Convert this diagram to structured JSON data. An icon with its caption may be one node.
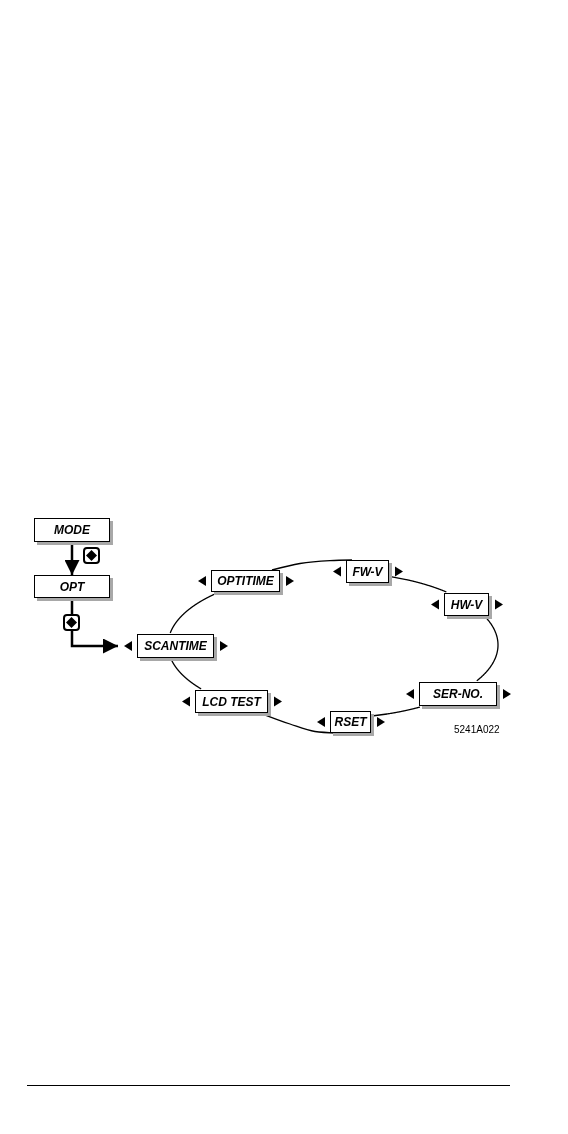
{
  "diagram": {
    "nodes": [
      {
        "text": [
          "MODE"
        ]
      },
      {
        "text": [
          "OPT"
        ]
      },
      {
        "text": [
          "SCANTIME"
        ]
      },
      {
        "text": [
          "OPTITIME"
        ]
      },
      {
        "text": [
          "FW-V"
        ]
      },
      {
        "text": [
          "HW-V"
        ]
      },
      {
        "text": [
          "SER-NO."
        ]
      },
      {
        "text": [
          "RSET"
        ]
      },
      {
        "text": [
          "LCD TEST"
        ]
      }
    ],
    "edges": [
      {
        "from": 0,
        "to": 1,
        "arrow": "to"
      },
      {
        "from": 1,
        "to": 2,
        "arrow": "to"
      },
      {
        "from": 2,
        "to": 3,
        "arrow": "none"
      },
      {
        "from": 3,
        "to": 4,
        "arrow": "none"
      },
      {
        "from": 4,
        "to": 5,
        "arrow": "none"
      },
      {
        "from": 5,
        "to": 6,
        "arrow": "none"
      },
      {
        "from": 6,
        "to": 7,
        "arrow": "none"
      },
      {
        "from": 7,
        "to": 8,
        "arrow": "none"
      },
      {
        "from": 8,
        "to": 2,
        "arrow": "none"
      }
    ],
    "labels": [
      "5241A022"
    ]
  }
}
